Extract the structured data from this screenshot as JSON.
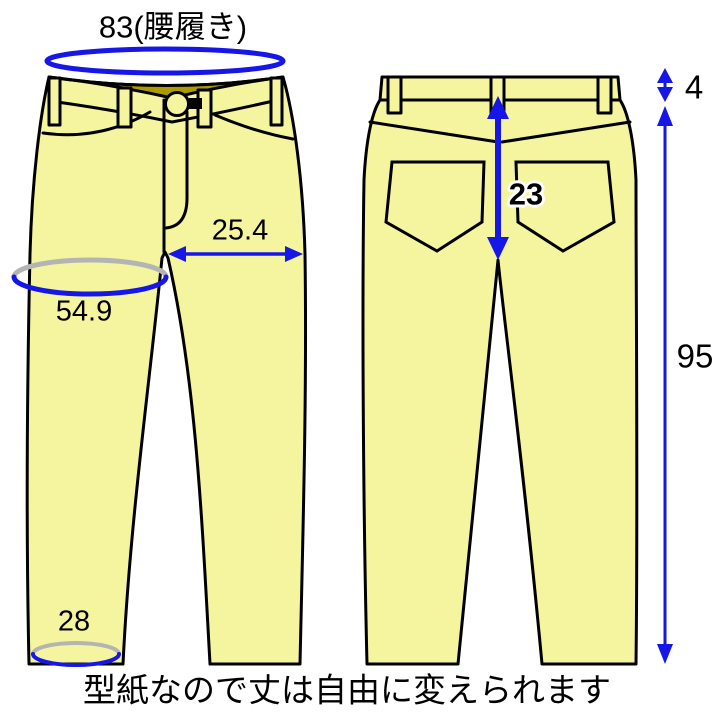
{
  "labels": {
    "waist": "83(腰履き)",
    "crotch_width": "25.4",
    "thigh": "54.9",
    "hem": "28",
    "back_rise": "23",
    "waistband_height": "4",
    "length": "95",
    "caption": "型紙なので丈は自由に変えられます"
  },
  "colors": {
    "pants_fill": "#f5f5a0",
    "waist_inner": "#ab9a00",
    "outline": "#000000",
    "measure_blue": "#1616e8",
    "measure_gray": "#b4b4b4",
    "background": "#ffffff"
  }
}
